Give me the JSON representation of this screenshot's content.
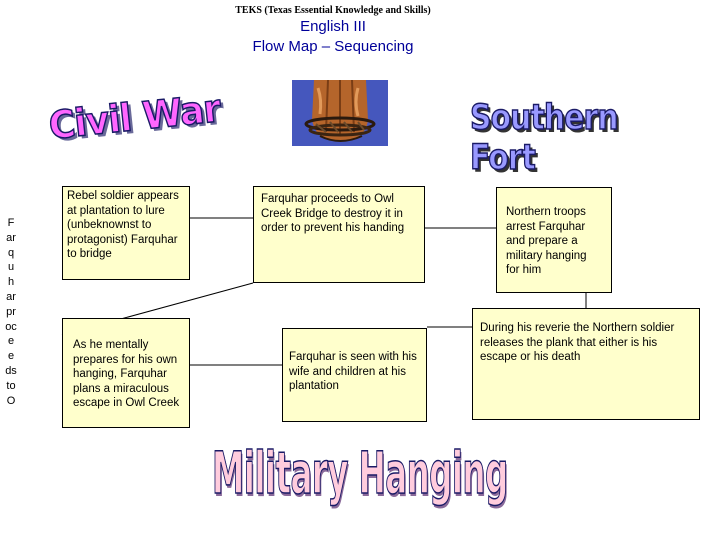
{
  "header": {
    "teks": "TEKS (Texas Essential Knowledge and Skills)",
    "course": "English III",
    "subtitle": "Flow Map – Sequencing"
  },
  "wordart": {
    "left": "Civil War",
    "right": "Southern Fort",
    "bottom": "Military Hanging"
  },
  "image": {
    "icon": "tied-hands-rope-icon"
  },
  "side_text": "Farquhar proceeds to O",
  "steps": [
    "Rebel soldier appears at plantation to lure (unbeknownst to protagonist) Farquhar to bridge",
    "Farquhar proceeds to Owl Creek Bridge to destroy it in order to prevent his handing",
    "Northern troops arrest Farquhar and prepare a military hanging for him",
    "During his reverie the Northern soldier releases the plank that either is his escape or his death",
    "Farquhar is seen with his wife and children at his plantation",
    "As he mentally prepares for his own hanging, Farquhar plans a miraculous escape in Owl Creek"
  ],
  "colors": {
    "title": "#000099",
    "box_fill": "#ffffcc",
    "wordart_fill": "#ff66ff",
    "wordart_fill_alt": "#9999ff",
    "wordart_outline": "#1a1a66"
  }
}
